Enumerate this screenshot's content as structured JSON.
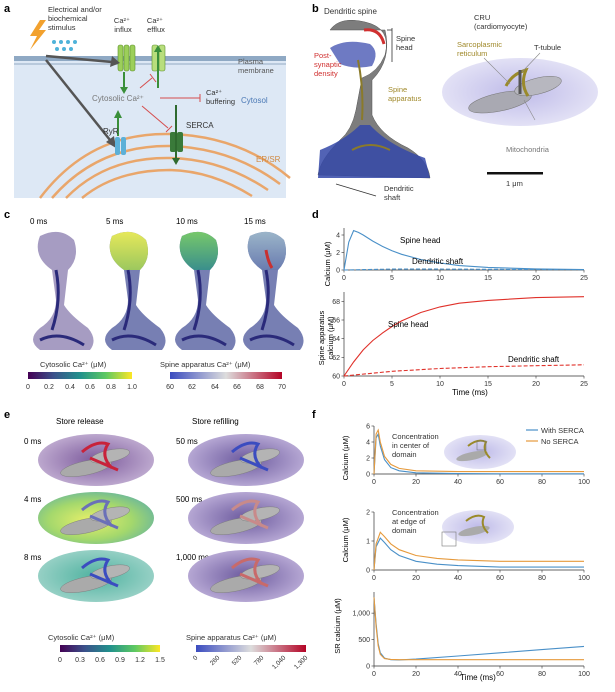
{
  "panels": {
    "a": {
      "letter": "a",
      "stimulus": [
        "Electrical and/or",
        "biochemical",
        "stimulus"
      ],
      "ca_influx": [
        "Ca²⁺",
        "influx"
      ],
      "ca_efflux": [
        "Ca²⁺",
        "efflux"
      ],
      "plasma_membrane": [
        "Plasma",
        "membrane"
      ],
      "cytosolic": "Cytosolic Ca²⁺",
      "buffering": [
        "Ca²⁺",
        "buffering"
      ],
      "cytosol": "Cytosol",
      "serca": "SERCA",
      "ryr": "RyR",
      "er_sr": "ER/SR"
    },
    "b": {
      "letter": "b",
      "dendritic_spine": "Dendritic spine",
      "spine_head": [
        "Spine",
        "head"
      ],
      "psd": [
        "Post-",
        "synaptic",
        "density"
      ],
      "spine_apparatus": [
        "Spine",
        "apparatus"
      ],
      "dendritic_shaft": [
        "Dendritic",
        "shaft"
      ],
      "cru": [
        "CRU",
        "(cardiomyocyte)"
      ],
      "sarcoplasmic": [
        "Sarcoplasmic",
        "reticulum"
      ],
      "t_tubule": "T-tubule",
      "mitochondria": "Mitochondria",
      "scale": "1 μm"
    },
    "c": {
      "letter": "c",
      "times": [
        "0 ms",
        "5 ms",
        "10 ms",
        "15 ms"
      ],
      "cbar1_label": "Cytosolic Ca²⁺ (μM)",
      "cbar1_ticks": [
        "0",
        "0.2",
        "0.4",
        "0.6",
        "0.8",
        "1.0"
      ],
      "cbar2_label": "Spine apparatus Ca²⁺ (μM)",
      "cbar2_ticks": [
        "60",
        "62",
        "64",
        "66",
        "68",
        "70"
      ]
    },
    "d": {
      "letter": "d",
      "ylabel_top": "Calcium (μM)",
      "ylabel_bottom": [
        "Spine apparatus",
        "calcium (μM)"
      ],
      "xlabel": "Time (ms)",
      "label_head_top": "Spine head",
      "label_shaft_top": "Dendritic shaft",
      "label_head_bottom": "Spine head",
      "label_shaft_bottom": "Dendritic shaft"
    },
    "e": {
      "letter": "e",
      "store_release": "Store release",
      "store_refilling": "Store refilling",
      "left_times": [
        "0 ms",
        "4 ms",
        "8 ms"
      ],
      "right_times": [
        "50 ms",
        "500 ms",
        "1,000 ms"
      ],
      "cbar1_label": "Cytosolic Ca²⁺ (μM)",
      "cbar1_ticks": [
        "0",
        "0.3",
        "0.6",
        "0.9",
        "1.2",
        "1.5"
      ],
      "cbar2_label": "Spine apparatus Ca²⁺ (μM)",
      "cbar2_ticks": [
        "0",
        "260",
        "520",
        "780",
        "1,040",
        "1,300"
      ]
    },
    "f": {
      "letter": "f",
      "ylabel1": "Calcium (μM)",
      "ylabel2": "Calcium (μM)",
      "ylabel3": "SR calcium (μM)",
      "xlabel": "Time (ms)",
      "legend_serca": "With SERCA",
      "legend_noserca": "No SERCA",
      "annot_center": [
        "Concentration",
        "in center of",
        "domain"
      ],
      "annot_edge": [
        "Concentration",
        "at edge of",
        "domain"
      ]
    }
  },
  "colors": {
    "blue_series": "#4a90c8",
    "red_series": "#e0312a",
    "orange_series": "#e69a3c",
    "cytosol_bg": "#dde8f5",
    "er_orange": "#e9a66b"
  },
  "chart_data": [
    {
      "type": "line",
      "title": "",
      "xlabel": "",
      "ylabel": "Calcium (μM)",
      "xlim": [
        0,
        25
      ],
      "ylim": [
        0,
        4.8
      ],
      "x_ticks": [
        0,
        5,
        10,
        15,
        20,
        25
      ],
      "y_ticks": [
        0,
        2,
        4
      ],
      "series": [
        {
          "name": "Spine head",
          "x": [
            0,
            0.5,
            1,
            1.5,
            2,
            3,
            4,
            5,
            6,
            8,
            10,
            12,
            15,
            20,
            25
          ],
          "values": [
            0,
            3.2,
            4.5,
            4.3,
            4.0,
            3.3,
            2.7,
            2.2,
            1.8,
            1.2,
            0.8,
            0.5,
            0.3,
            0.12,
            0.05
          ]
        },
        {
          "name": "Dendritic shaft",
          "x": [
            0,
            2,
            5,
            10,
            15,
            20,
            25
          ],
          "values": [
            0,
            0.05,
            0.1,
            0.1,
            0.08,
            0.06,
            0.05
          ]
        }
      ]
    },
    {
      "type": "line",
      "title": "",
      "xlabel": "Time (ms)",
      "ylabel": "Spine apparatus calcium (μM)",
      "xlim": [
        0,
        25
      ],
      "ylim": [
        60,
        69
      ],
      "x_ticks": [
        0,
        5,
        10,
        15,
        20,
        25
      ],
      "y_ticks": [
        60,
        62,
        64,
        66,
        68
      ],
      "series": [
        {
          "name": "Spine head",
          "x": [
            0,
            1,
            2,
            3,
            4,
            5,
            6,
            8,
            10,
            12,
            15,
            20,
            25
          ],
          "values": [
            60,
            61.5,
            62.8,
            63.8,
            64.6,
            65.3,
            65.9,
            66.8,
            67.4,
            67.8,
            68.1,
            68.4,
            68.5
          ]
        },
        {
          "name": "Dendritic shaft",
          "x": [
            0,
            5,
            10,
            15,
            20,
            25
          ],
          "values": [
            60,
            60.5,
            60.8,
            61.0,
            61.1,
            61.2
          ]
        }
      ]
    },
    {
      "type": "line",
      "title": "",
      "xlabel": "",
      "ylabel": "Calcium (μM)",
      "xlim": [
        0,
        100
      ],
      "ylim": [
        0,
        6
      ],
      "x_ticks": [
        0,
        20,
        40,
        60,
        80,
        100
      ],
      "y_ticks": [
        0,
        2,
        4,
        6
      ],
      "series": [
        {
          "name": "With SERCA",
          "x": [
            0,
            1,
            2,
            3,
            5,
            8,
            12,
            20,
            40,
            60,
            80,
            100
          ],
          "values": [
            0,
            4.5,
            5.0,
            3.5,
            1.8,
            0.8,
            0.4,
            0.15,
            0.05,
            0.03,
            0.02,
            0.02
          ]
        },
        {
          "name": "No SERCA",
          "x": [
            0,
            1,
            2,
            3,
            5,
            8,
            12,
            20,
            40,
            60,
            80,
            100
          ],
          "values": [
            0,
            5.0,
            5.5,
            4.0,
            2.2,
            1.2,
            0.7,
            0.4,
            0.3,
            0.3,
            0.3,
            0.3
          ]
        }
      ]
    },
    {
      "type": "line",
      "title": "",
      "xlabel": "",
      "ylabel": "Calcium (μM)",
      "xlim": [
        0,
        100
      ],
      "ylim": [
        0,
        2
      ],
      "x_ticks": [
        0,
        20,
        40,
        60,
        80,
        100
      ],
      "y_ticks": [
        0,
        1,
        2
      ],
      "series": [
        {
          "name": "With SERCA",
          "x": [
            0,
            1,
            3,
            5,
            8,
            12,
            20,
            30,
            40,
            60,
            80,
            100
          ],
          "values": [
            0,
            0.8,
            1.1,
            0.95,
            0.7,
            0.5,
            0.3,
            0.2,
            0.15,
            0.1,
            0.1,
            0.1
          ]
        },
        {
          "name": "No SERCA",
          "x": [
            0,
            1,
            3,
            5,
            8,
            12,
            20,
            30,
            40,
            60,
            80,
            100
          ],
          "values": [
            0,
            0.9,
            1.3,
            1.15,
            0.9,
            0.7,
            0.5,
            0.4,
            0.35,
            0.3,
            0.3,
            0.3
          ]
        }
      ]
    },
    {
      "type": "line",
      "title": "",
      "xlabel": "Time (ms)",
      "ylabel": "SR calcium (μM)",
      "xlim": [
        0,
        100
      ],
      "ylim": [
        0,
        1400
      ],
      "x_ticks": [
        0,
        20,
        40,
        60,
        80,
        100
      ],
      "y_ticks": [
        0,
        500,
        1000
      ],
      "y_tick_labels": [
        "0",
        "500",
        "1,000"
      ],
      "series": [
        {
          "name": "With SERCA",
          "x": [
            0,
            1,
            2,
            3,
            5,
            8,
            12,
            20,
            40,
            60,
            80,
            100
          ],
          "values": [
            1300,
            800,
            420,
            250,
            150,
            120,
            115,
            130,
            190,
            250,
            310,
            370
          ]
        },
        {
          "name": "No SERCA",
          "x": [
            0,
            1,
            2,
            3,
            5,
            8,
            12,
            20,
            40,
            60,
            80,
            100
          ],
          "values": [
            1300,
            750,
            380,
            220,
            140,
            125,
            120,
            120,
            120,
            120,
            120,
            120
          ]
        }
      ]
    }
  ]
}
